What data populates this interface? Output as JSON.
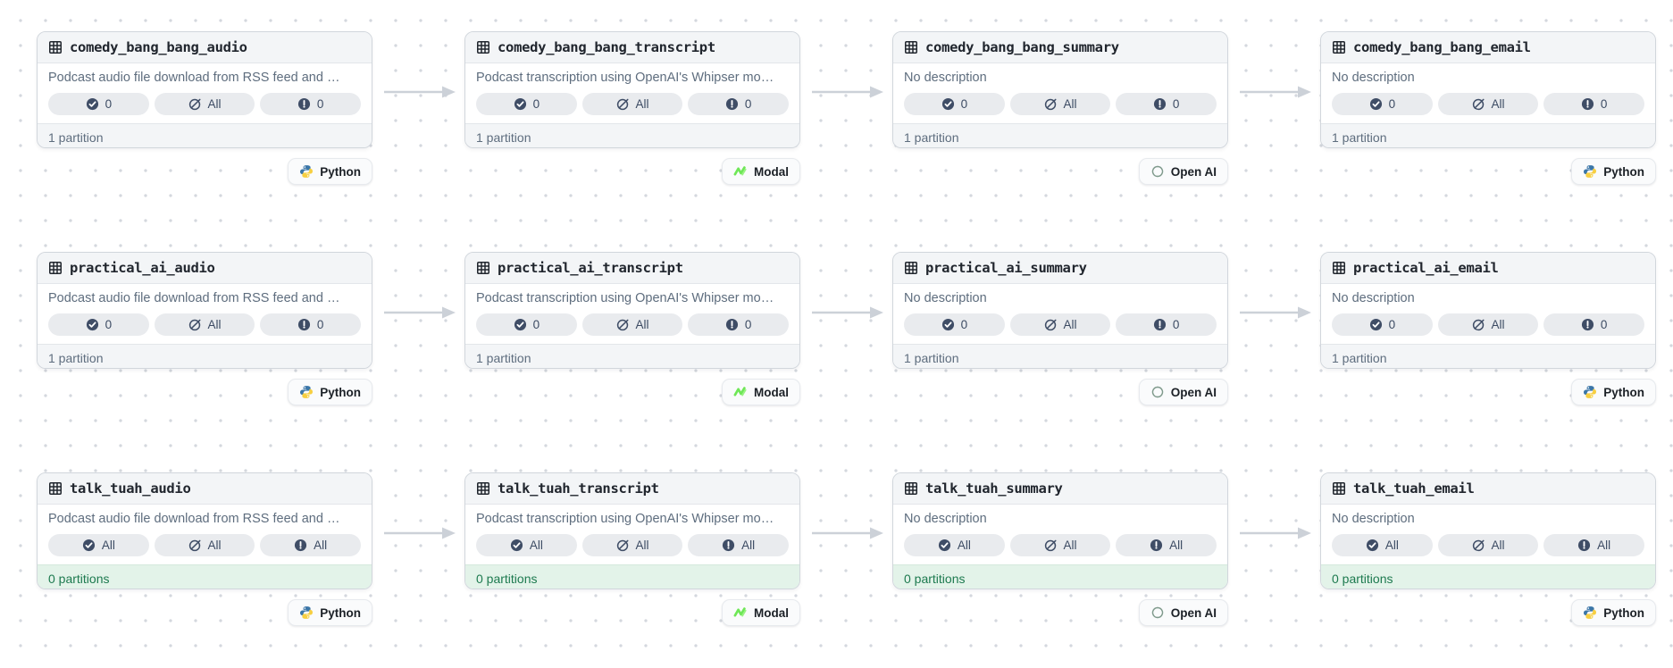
{
  "colors": {
    "card_border": "#d1d6dc",
    "header_bg": "#f3f5f7",
    "badge_bg": "#e9ebee",
    "badge_icon": "#3f4d66",
    "fresh_bg": "#e3f3e9",
    "fresh_text": "#1d7a4f",
    "arrow": "#ccd1d8",
    "python_blue": "#3b76a8",
    "python_yellow": "#f7cf41",
    "modal_green": "#6fe757",
    "openai_green": "#7f9a8c"
  },
  "icons": {
    "asset_header": "table-grid-icon",
    "badge_1": "check-circle-icon",
    "badge_2": "slash-circle-icon",
    "badge_3": "exclamation-circle-icon"
  },
  "rows": [
    {
      "cards": [
        {
          "title": "comedy_bang_bang_audio",
          "description": "Podcast audio file download from RSS feed and …",
          "badges": [
            {
              "icon": "check-circle",
              "value": "0"
            },
            {
              "icon": "slash-circle",
              "value": "All"
            },
            {
              "icon": "exclamation-circle",
              "value": "0"
            }
          ],
          "partitions": {
            "text": "1 partition",
            "state": "default"
          },
          "tag": {
            "label": "Python",
            "icon": "python-logo"
          }
        },
        {
          "title": "comedy_bang_bang_transcript",
          "description": "Podcast transcription using OpenAI's Whipser mo…",
          "badges": [
            {
              "icon": "check-circle",
              "value": "0"
            },
            {
              "icon": "slash-circle",
              "value": "All"
            },
            {
              "icon": "exclamation-circle",
              "value": "0"
            }
          ],
          "partitions": {
            "text": "1 partition",
            "state": "default"
          },
          "tag": {
            "label": "Modal",
            "icon": "modal-logo"
          }
        },
        {
          "title": "comedy_bang_bang_summary",
          "description": "No description",
          "badges": [
            {
              "icon": "check-circle",
              "value": "0"
            },
            {
              "icon": "slash-circle",
              "value": "All"
            },
            {
              "icon": "exclamation-circle",
              "value": "0"
            }
          ],
          "partitions": {
            "text": "1 partition",
            "state": "default"
          },
          "tag": {
            "label": "Open AI",
            "icon": "openai-logo"
          }
        },
        {
          "title": "comedy_bang_bang_email",
          "description": "No description",
          "badges": [
            {
              "icon": "check-circle",
              "value": "0"
            },
            {
              "icon": "slash-circle",
              "value": "All"
            },
            {
              "icon": "exclamation-circle",
              "value": "0"
            }
          ],
          "partitions": {
            "text": "1 partition",
            "state": "default"
          },
          "tag": {
            "label": "Python",
            "icon": "python-logo"
          }
        }
      ]
    },
    {
      "cards": [
        {
          "title": "practical_ai_audio",
          "description": "Podcast audio file download from RSS feed and …",
          "badges": [
            {
              "icon": "check-circle",
              "value": "0"
            },
            {
              "icon": "slash-circle",
              "value": "All"
            },
            {
              "icon": "exclamation-circle",
              "value": "0"
            }
          ],
          "partitions": {
            "text": "1 partition",
            "state": "default"
          },
          "tag": {
            "label": "Python",
            "icon": "python-logo"
          }
        },
        {
          "title": "practical_ai_transcript",
          "description": "Podcast transcription using OpenAI's Whipser mo…",
          "badges": [
            {
              "icon": "check-circle",
              "value": "0"
            },
            {
              "icon": "slash-circle",
              "value": "All"
            },
            {
              "icon": "exclamation-circle",
              "value": "0"
            }
          ],
          "partitions": {
            "text": "1 partition",
            "state": "default"
          },
          "tag": {
            "label": "Modal",
            "icon": "modal-logo"
          }
        },
        {
          "title": "practical_ai_summary",
          "description": "No description",
          "badges": [
            {
              "icon": "check-circle",
              "value": "0"
            },
            {
              "icon": "slash-circle",
              "value": "All"
            },
            {
              "icon": "exclamation-circle",
              "value": "0"
            }
          ],
          "partitions": {
            "text": "1 partition",
            "state": "default"
          },
          "tag": {
            "label": "Open AI",
            "icon": "openai-logo"
          }
        },
        {
          "title": "practical_ai_email",
          "description": "No description",
          "badges": [
            {
              "icon": "check-circle",
              "value": "0"
            },
            {
              "icon": "slash-circle",
              "value": "All"
            },
            {
              "icon": "exclamation-circle",
              "value": "0"
            }
          ],
          "partitions": {
            "text": "1 partition",
            "state": "default"
          },
          "tag": {
            "label": "Python",
            "icon": "python-logo"
          }
        }
      ]
    },
    {
      "cards": [
        {
          "title": "talk_tuah_audio",
          "description": "Podcast audio file download from RSS feed and …",
          "badges": [
            {
              "icon": "check-circle",
              "value": "All"
            },
            {
              "icon": "slash-circle",
              "value": "All"
            },
            {
              "icon": "exclamation-circle",
              "value": "All"
            }
          ],
          "partitions": {
            "text": "0 partitions",
            "state": "fresh"
          },
          "tag": {
            "label": "Python",
            "icon": "python-logo"
          }
        },
        {
          "title": "talk_tuah_transcript",
          "description": "Podcast transcription using OpenAI's Whipser mo…",
          "badges": [
            {
              "icon": "check-circle",
              "value": "All"
            },
            {
              "icon": "slash-circle",
              "value": "All"
            },
            {
              "icon": "exclamation-circle",
              "value": "All"
            }
          ],
          "partitions": {
            "text": "0 partitions",
            "state": "fresh"
          },
          "tag": {
            "label": "Modal",
            "icon": "modal-logo"
          }
        },
        {
          "title": "talk_tuah_summary",
          "description": "No description",
          "badges": [
            {
              "icon": "check-circle",
              "value": "All"
            },
            {
              "icon": "slash-circle",
              "value": "All"
            },
            {
              "icon": "exclamation-circle",
              "value": "All"
            }
          ],
          "partitions": {
            "text": "0 partitions",
            "state": "fresh"
          },
          "tag": {
            "label": "Open AI",
            "icon": "openai-logo"
          }
        },
        {
          "title": "talk_tuah_email",
          "description": "No description",
          "badges": [
            {
              "icon": "check-circle",
              "value": "All"
            },
            {
              "icon": "slash-circle",
              "value": "All"
            },
            {
              "icon": "exclamation-circle",
              "value": "All"
            }
          ],
          "partitions": {
            "text": "0 partitions",
            "state": "fresh"
          },
          "tag": {
            "label": "Python",
            "icon": "python-logo"
          }
        }
      ]
    }
  ]
}
